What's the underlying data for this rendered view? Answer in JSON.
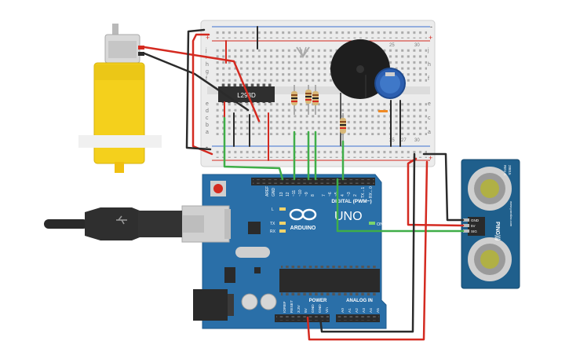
{
  "breadboard": {
    "chip_label": "L293D",
    "row_letters_top": [
      "j",
      "i",
      "h",
      "g",
      "f"
    ],
    "row_letters_bottom": [
      "e",
      "d",
      "c",
      "b",
      "a"
    ],
    "col_numbers_top": [
      "25",
      "30"
    ],
    "col_numbers_bottom": [
      "25",
      "27",
      "30"
    ],
    "rail_plus": "+",
    "rail_minus": "-"
  },
  "arduino": {
    "logo_text": "ARDUINO",
    "model": "UNO",
    "digital_label": "DIGITAL (PWM~)",
    "power_label": "POWER",
    "analog_label": "ANALOG IN",
    "on_label": "ON",
    "led_labels": [
      "L",
      "TX",
      "RX"
    ],
    "top_pins": [
      "AREF",
      "GND",
      "13",
      "12",
      "~11",
      "~10",
      "~9",
      "8",
      "7",
      "~6",
      "~5",
      "4",
      "~3",
      "2",
      "TX→1",
      "RX←0"
    ],
    "power_pins": [
      "IOREF",
      "RESET",
      "3.3V",
      "5V",
      "GND",
      "GND",
      "Vin"
    ],
    "analog_pins": [
      "A0",
      "A1",
      "A2",
      "A3",
      "A4",
      "A5"
    ]
  },
  "sensor": {
    "brand": "PING)))",
    "pins": [
      "GND",
      "5V",
      "SIG"
    ],
    "side_text": "www.parallax.com",
    "model_code": "28015",
    "rev": "REV C"
  },
  "colors": {
    "wire_red": "#d42a20",
    "wire_black": "#2b2b2b",
    "wire_green": "#3fae48",
    "board_blue": "#2a6fa8",
    "motor_yellow": "#f4d01c",
    "breadboard": "#e9e9e9",
    "sensor_blue": "#1f5f8c"
  }
}
